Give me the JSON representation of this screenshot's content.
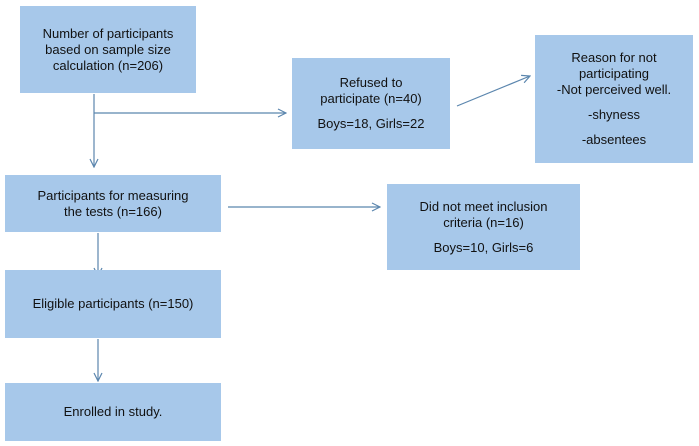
{
  "diagram": {
    "box1": {
      "lines": [
        "Number of participants",
        "based on sample size",
        "calculation (n=206)"
      ]
    },
    "box2": {
      "para1": [
        "Refused to",
        "participate (n=40)"
      ],
      "para2": "Boys=18, Girls=22"
    },
    "box3": {
      "title": [
        "Reason for not",
        "participating"
      ],
      "item1": "-Not perceived well.",
      "item2": "-shyness",
      "item3": "-absentees"
    },
    "box4": {
      "lines": [
        "Participants for measuring",
        "the tests (n=166)"
      ]
    },
    "box5": {
      "para1": [
        "Did not meet inclusion",
        "criteria (n=16)"
      ],
      "para2": "Boys=10, Girls=6"
    },
    "box6": {
      "text": "Eligible participants (n=150)"
    },
    "box7": {
      "text": "Enrolled in study."
    }
  },
  "colors": {
    "box_fill": "#a7c8ea",
    "arrow": "#5b86ae"
  }
}
